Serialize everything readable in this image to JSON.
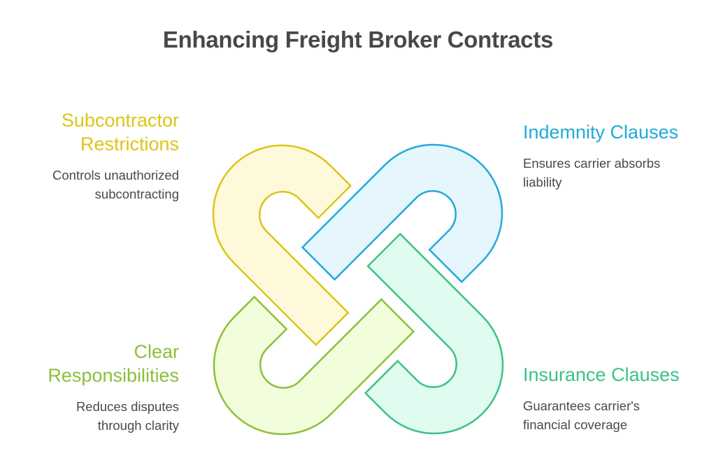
{
  "title": "Enhancing Freight Broker Contracts",
  "items": [
    {
      "id": "subcontractor-restrictions",
      "heading_lines": [
        "Subcontractor",
        "Restrictions"
      ],
      "description_lines": [
        "Controls unauthorized",
        "subcontracting"
      ],
      "color": "#DCC516",
      "fill": "#FEF9DB",
      "position": "top-left"
    },
    {
      "id": "indemnity-clauses",
      "heading_lines": [
        "Indemnity Clauses"
      ],
      "description_lines": [
        "Ensures carrier absorbs",
        "liability"
      ],
      "color": "#22A9DB",
      "fill": "#E6F6FD",
      "position": "top-right"
    },
    {
      "id": "clear-responsibilities",
      "heading_lines": [
        "Clear",
        "Responsibilities"
      ],
      "description_lines": [
        "Reduces disputes",
        "through clarity"
      ],
      "color": "#8DBF3A",
      "fill": "#F2FDDC",
      "position": "bottom-left"
    },
    {
      "id": "insurance-clauses",
      "heading_lines": [
        "Insurance Clauses"
      ],
      "description_lines": [
        "Guarantees carrier's",
        "financial coverage"
      ],
      "color": "#3CC285",
      "fill": "#E0FBEF",
      "position": "bottom-right"
    }
  ]
}
